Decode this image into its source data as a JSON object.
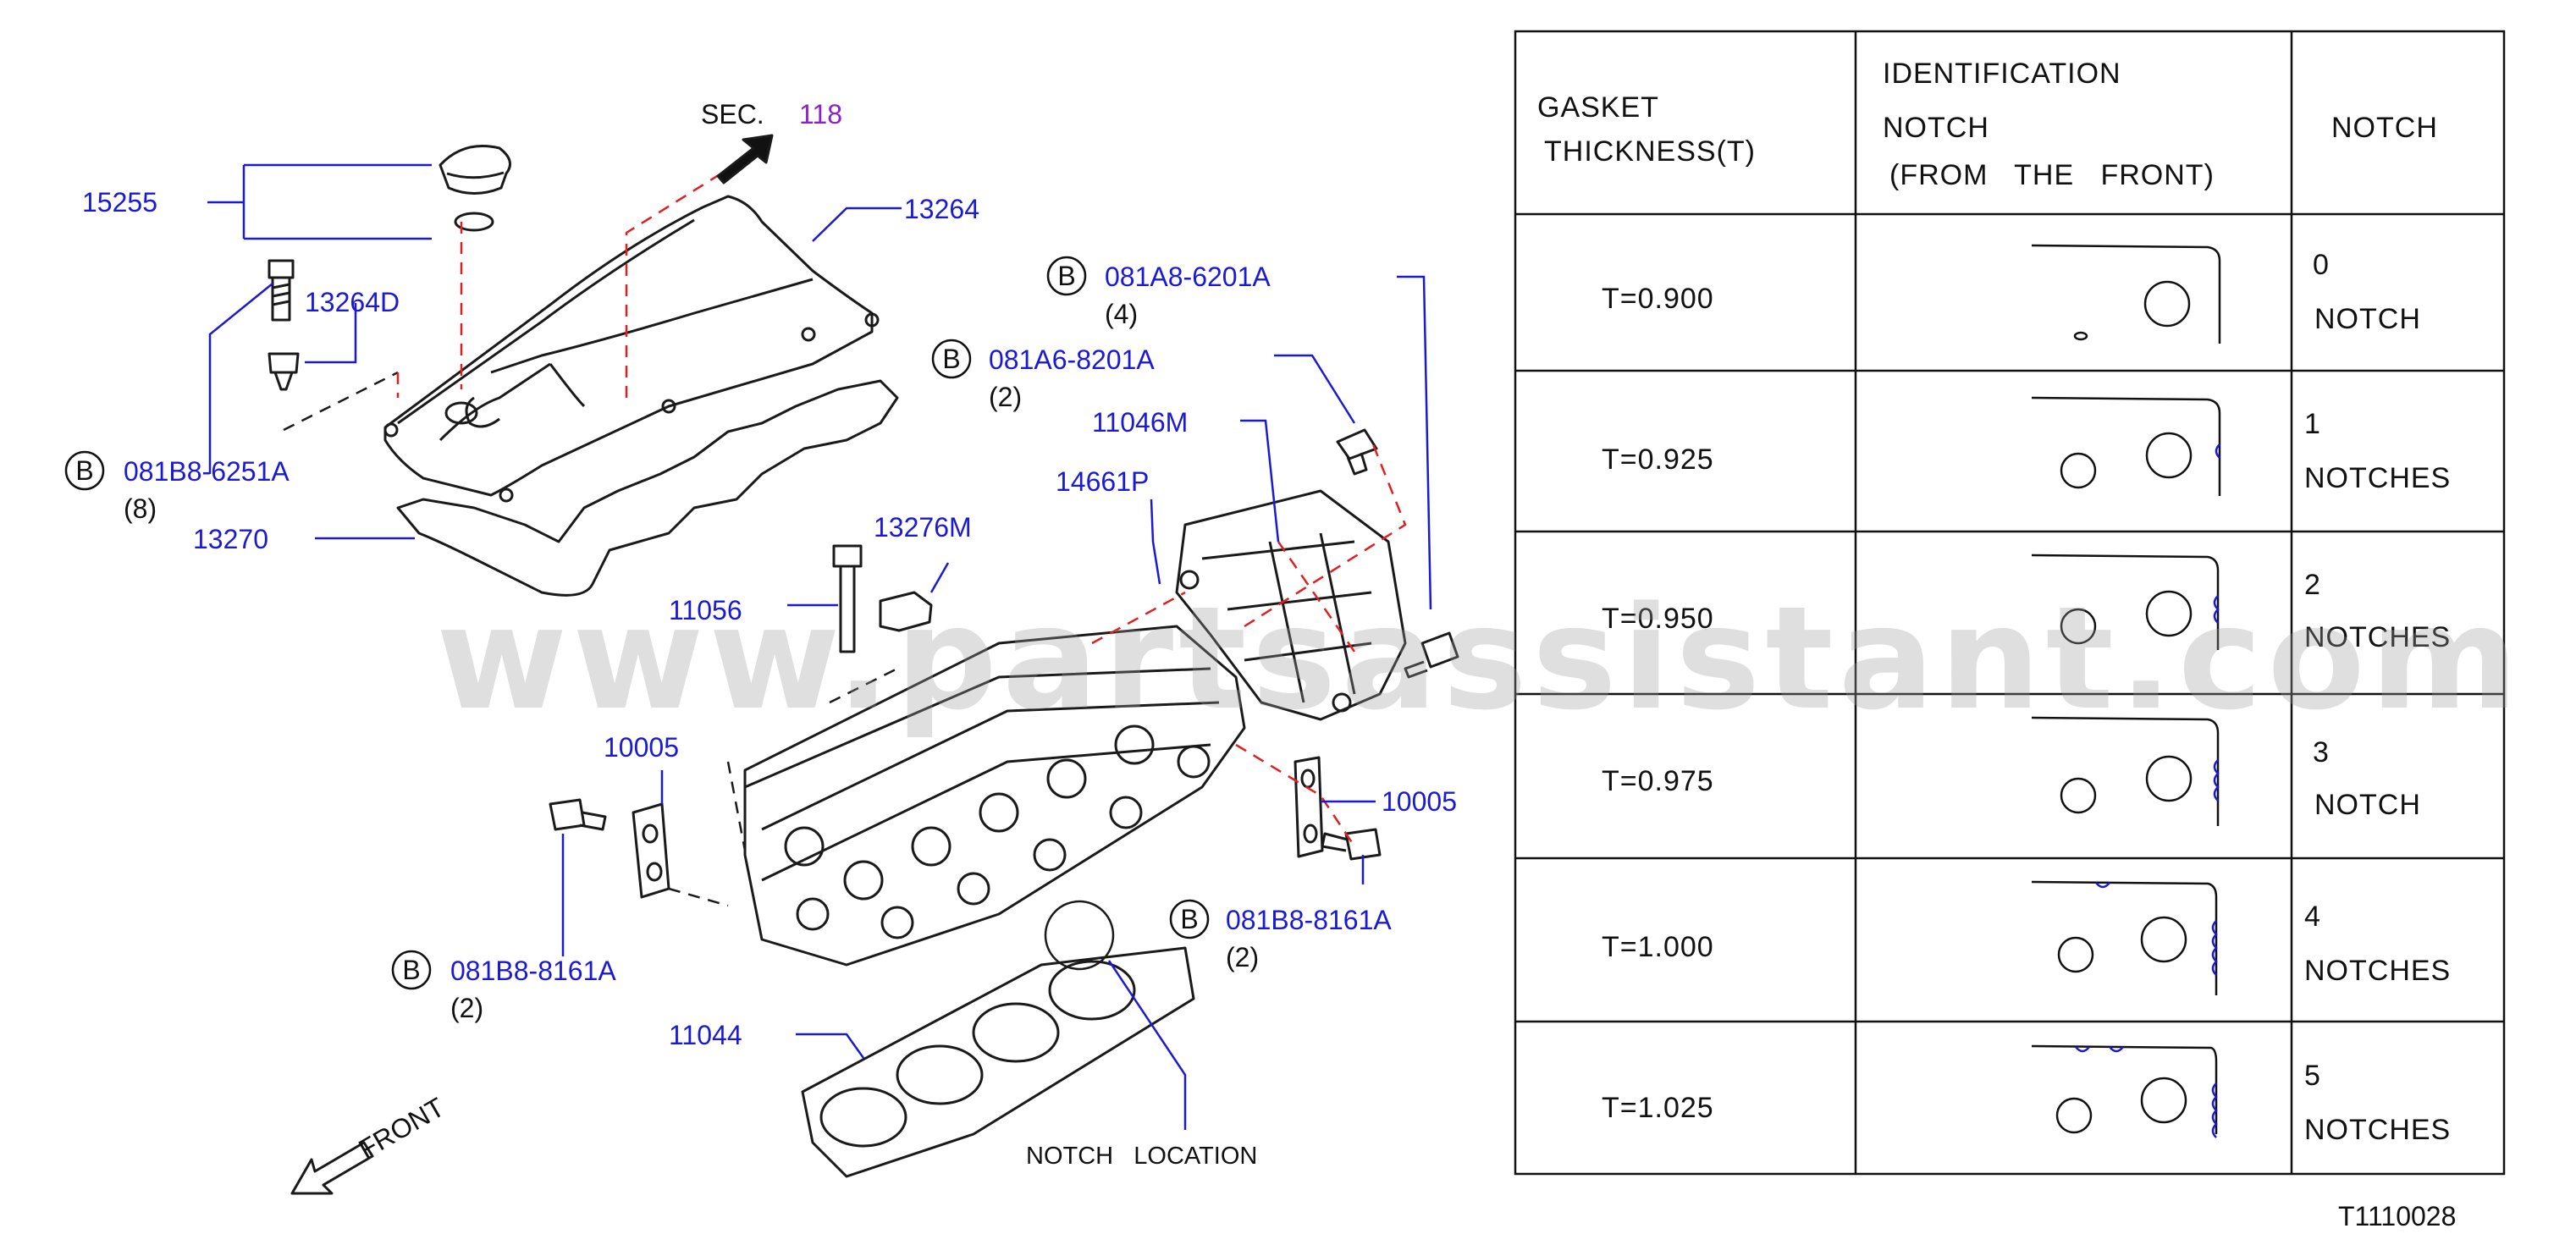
{
  "section": {
    "prefix": "SEC.",
    "number": "118"
  },
  "watermark": "www.partsassistant.com",
  "figure_code": "T1110028",
  "front_label": "FRONT",
  "notch_location_label": "NOTCH   LOCATION",
  "bolt_badge": "B",
  "colors": {
    "part_number": "#1a1ad6",
    "section_ref": "#8a22c8",
    "notch_mark": "#1a1ad6",
    "leader_dash": "#e02020"
  },
  "parts": {
    "p15255": "15255",
    "p13264": "13264",
    "p13264D": "13264D",
    "p081B8_6251A": "081B8-6251A",
    "p081B8_6251A_qty": "(8)",
    "p13270": "13270",
    "p081A8_6201A": "081A8-6201A",
    "p081A8_6201A_qty": "(4)",
    "p081A6_8201A": "081A6-8201A",
    "p081A6_8201A_qty": "(2)",
    "p11046M": "11046M",
    "p14661P": "14661P",
    "p13276M": "13276M",
    "p11056": "11056",
    "p10005_left": "10005",
    "p10005_right": "10005",
    "p081B8_8161A_right": "081B8-8161A",
    "p081B8_8161A_right_qty": "(2)",
    "p081B8_8161A_left": "081B8-8161A",
    "p081B8_8161A_left_qty": "(2)",
    "p11044": "11044"
  },
  "table": {
    "headers": {
      "col1": [
        "GASKET",
        "THICKNESS(T)"
      ],
      "col2": [
        "IDENTIFICATION",
        "NOTCH",
        "(FROM   THE   FRONT)"
      ],
      "col3": [
        "NOTCH"
      ]
    },
    "rows": [
      {
        "thickness": "T=0.900",
        "notch": [
          "0",
          "NOTCH"
        ]
      },
      {
        "thickness": "T=0.925",
        "notch": [
          "1",
          "NOTCHES"
        ]
      },
      {
        "thickness": "T=0.950",
        "notch": [
          "2",
          "NOTCHES"
        ]
      },
      {
        "thickness": "T=0.975",
        "notch": [
          "3",
          "NOTCH"
        ]
      },
      {
        "thickness": "T=1.000",
        "notch": [
          "4",
          "NOTCHES"
        ]
      },
      {
        "thickness": "T=1.025",
        "notch": [
          "5",
          "NOTCHES"
        ]
      }
    ]
  }
}
